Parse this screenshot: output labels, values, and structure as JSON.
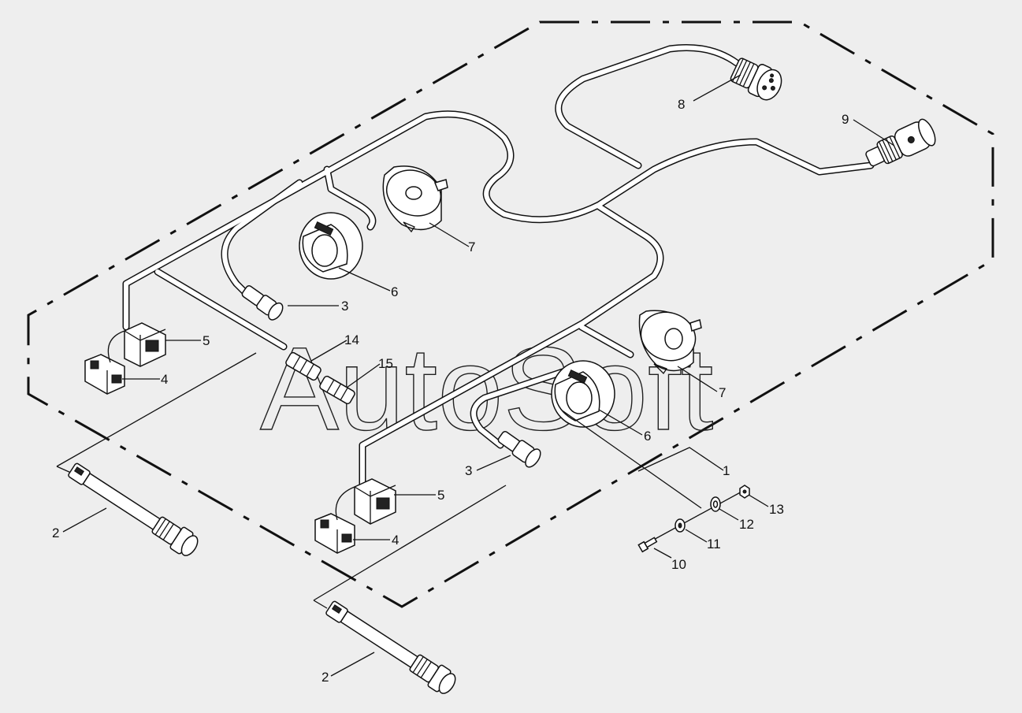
{
  "diagram": {
    "watermark": "AutoSoft",
    "background": "#eeeeee",
    "line_color": "#111111",
    "callouts": [
      {
        "id": "c1",
        "label": "1"
      },
      {
        "id": "c2a",
        "label": "2"
      },
      {
        "id": "c2b",
        "label": "2"
      },
      {
        "id": "c3a",
        "label": "3"
      },
      {
        "id": "c3b",
        "label": "3"
      },
      {
        "id": "c4a",
        "label": "4"
      },
      {
        "id": "c4b",
        "label": "4"
      },
      {
        "id": "c5a",
        "label": "5"
      },
      {
        "id": "c5b",
        "label": "5"
      },
      {
        "id": "c6a",
        "label": "6"
      },
      {
        "id": "c6b",
        "label": "6"
      },
      {
        "id": "c7a",
        "label": "7"
      },
      {
        "id": "c7b",
        "label": "7"
      },
      {
        "id": "c8",
        "label": "8"
      },
      {
        "id": "c9",
        "label": "9"
      },
      {
        "id": "c10",
        "label": "10"
      },
      {
        "id": "c11",
        "label": "11"
      },
      {
        "id": "c12",
        "label": "12"
      },
      {
        "id": "c13",
        "label": "13"
      },
      {
        "id": "c14",
        "label": "14"
      },
      {
        "id": "c15",
        "label": "15"
      }
    ]
  }
}
